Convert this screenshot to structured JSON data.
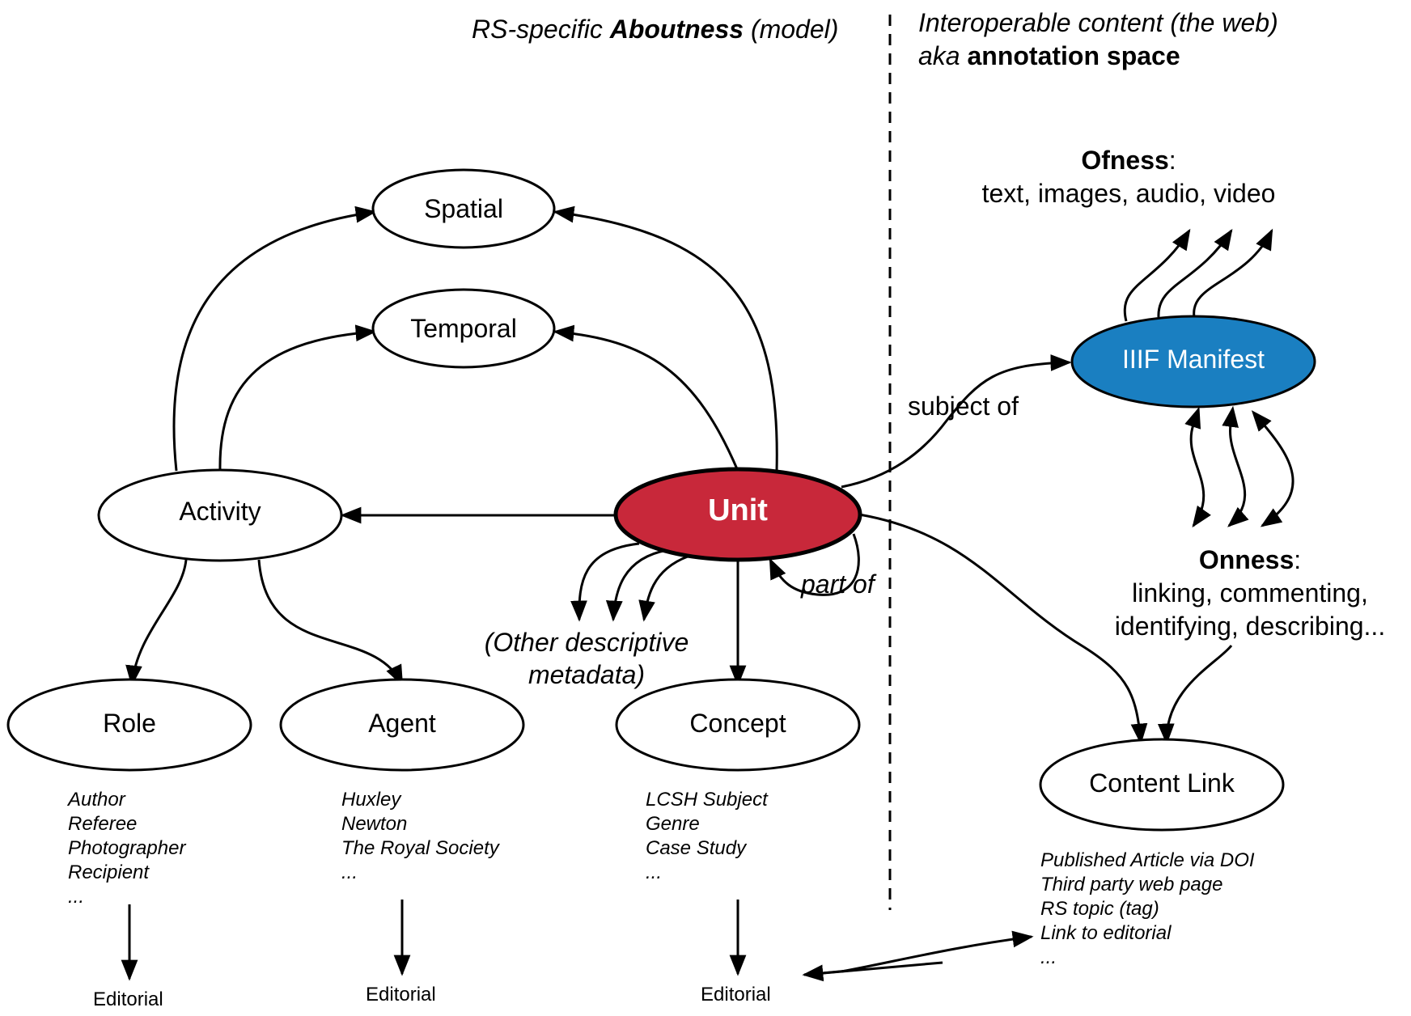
{
  "headers": {
    "left_prefix": "RS-specific ",
    "left_bold": "Aboutness",
    "left_suffix": " (model)",
    "right_line1": "Interoperable content (the web)",
    "right_line2_prefix": "aka ",
    "right_line2_bold": "annotation space"
  },
  "nodes": {
    "spatial": "Spatial",
    "temporal": "Temporal",
    "activity": "Activity",
    "unit": "Unit",
    "iiif": "IIIF Manifest",
    "role": "Role",
    "agent": "Agent",
    "concept": "Concept",
    "content_link": "Content Link"
  },
  "ofness": {
    "title": "Ofness",
    "colon": ":",
    "desc": "text, images, audio, video"
  },
  "onness": {
    "title": "Onness",
    "colon": ":",
    "line1": "linking, commenting,",
    "line2": "identifying, describing..."
  },
  "edge_labels": {
    "subject_of": "subject of",
    "part_of": "part of",
    "other_line1": "(Other descriptive",
    "other_line2": "metadata)"
  },
  "lists": {
    "role": [
      "Author",
      "Referee",
      "Photographer",
      "Recipient",
      "..."
    ],
    "agent": [
      "Huxley",
      "Newton",
      "The Royal Society",
      "..."
    ],
    "concept": [
      "LCSH Subject",
      "Genre",
      "Case Study",
      "..."
    ],
    "content_link": [
      "Published Article via DOI",
      "Third party web page",
      "RS topic (tag)",
      "Link to editorial",
      "..."
    ]
  },
  "editorial": {
    "role": "Editorial",
    "agent": "Editorial",
    "concept": "Editorial"
  },
  "colors": {
    "unit_fill": "#c8283a",
    "iiif_fill": "#1a7fc1",
    "stroke": "#000000"
  }
}
